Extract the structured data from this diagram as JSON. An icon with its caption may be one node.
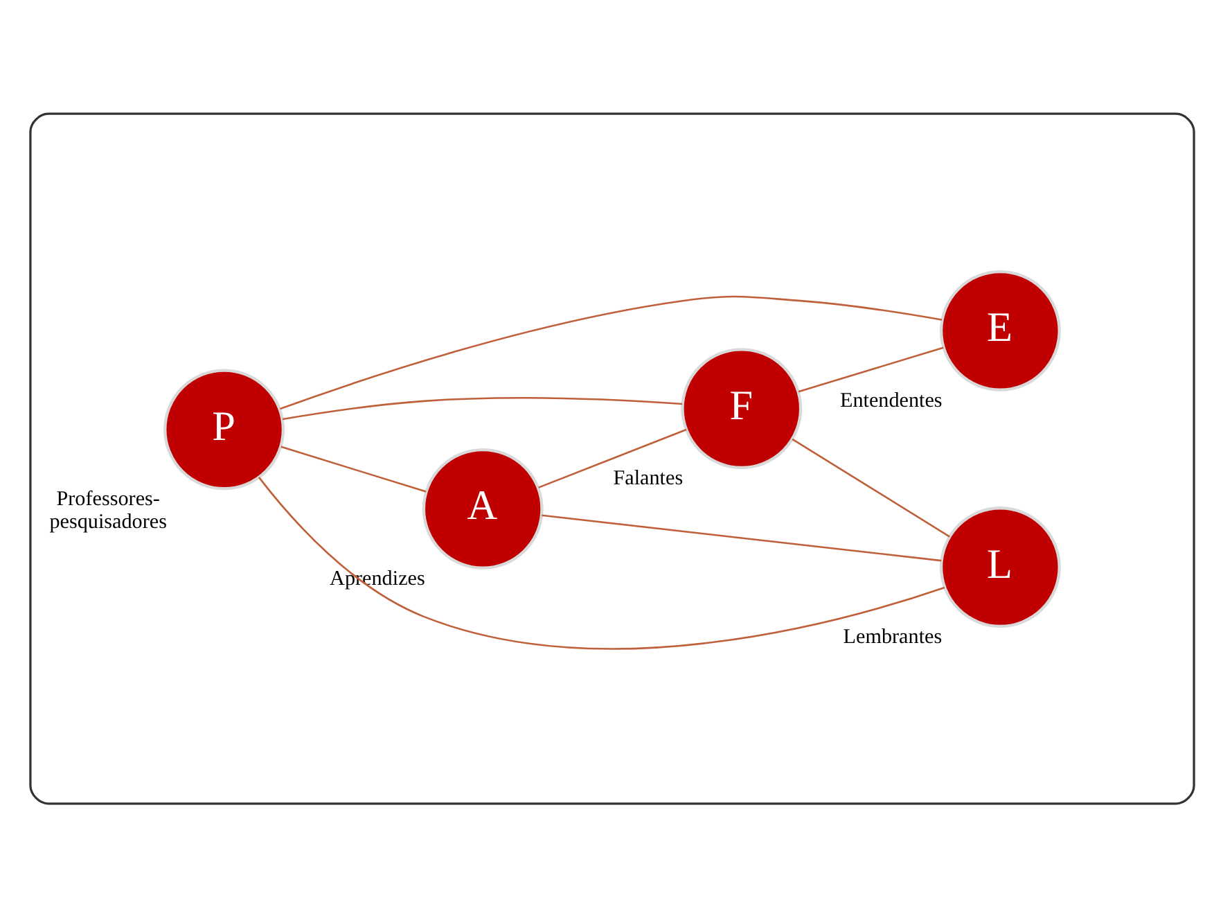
{
  "diagram": {
    "nodes": [
      {
        "text": [],
        "shape": "box"
      },
      {
        "text": [
          "L"
        ],
        "beside": [
          "Lembrantes"
        ],
        "in": 0
      },
      {
        "text": [
          "A"
        ],
        "beside": [
          "Aprendizes"
        ],
        "in": 0
      },
      {
        "text": [
          "F"
        ],
        "beside": [
          "Falantes"
        ],
        "in": 0
      },
      {
        "text": [
          "P"
        ],
        "beside": [
          "Professores- pesquisadores"
        ],
        "in": 0
      },
      {
        "text": [
          "E"
        ],
        "beside": [
          "Entendentes"
        ],
        "in": 0
      }
    ],
    "edges": [
      {
        "from": 2,
        "to": 1,
        "arrow": "none"
      },
      {
        "from": 2,
        "to": 3,
        "arrow": "none"
      },
      {
        "from": 4,
        "to": 2,
        "arrow": "none"
      },
      {
        "from": 4,
        "to": 1,
        "arrow": "none"
      },
      {
        "from": 4,
        "to": 3,
        "arrow": "none"
      },
      {
        "from": 4,
        "to": 5,
        "arrow": "none"
      },
      {
        "from": 3,
        "to": 1,
        "arrow": "none"
      },
      {
        "from": 3,
        "to": 5,
        "arrow": "none"
      }
    ]
  }
}
